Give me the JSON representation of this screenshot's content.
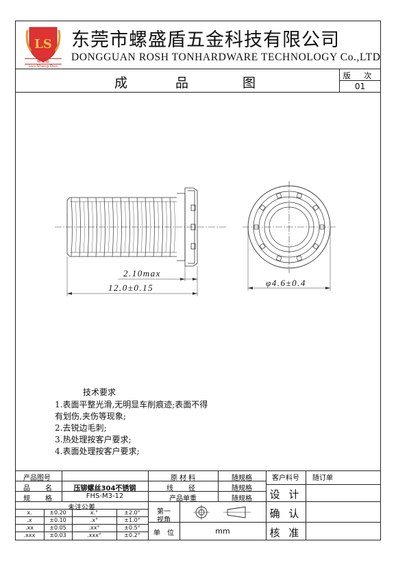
{
  "header": {
    "company_cn": "东莞市螺盛盾五金科技有限公司",
    "company_en": "DONGGUAN ROSH TONHARDWARE TECHNOLOGY Co.,LTD",
    "logo_text_cn": "螺盛盾",
    "logo_text_en": "Luo Sheng Dun",
    "logo_monogram": "LS",
    "drawing_title_chars": [
      "成",
      "品",
      "图"
    ],
    "version_label": "版 次",
    "version_value": "01"
  },
  "dimensions": {
    "head_height": "2.10max",
    "total_length": "12.0±0.15",
    "diameter": "φ4.6±0.4"
  },
  "tech_requirements": {
    "title": "技术要求",
    "items": [
      "1.表面平整光滑,无明显车削痕迹;表面不得",
      "有划伤,夹伤等现象;",
      "2.去锐边毛刺;",
      "3.热处理按客户要求;",
      "4.表面处理按客户要求;"
    ]
  },
  "title_block": {
    "product_drawing_no_label": "产品图号",
    "product_drawing_no_value": "",
    "product_name_label": "品　名",
    "product_name_value": "压铆螺丝304不锈钢",
    "spec_label": "规　格",
    "spec_value": "FHS-M3-12",
    "material_label": "原 材 料",
    "material_value": "随规格",
    "wire_dia_label": "线　径",
    "wire_dia_value": "随规格",
    "unit_weight_label": "产品单重",
    "unit_weight_value": "随规格",
    "customer_part_label": "客户料号",
    "customer_part_value": "随订单",
    "design_label": "设 计",
    "confirm_label": "确 认",
    "approve_label": "核 准",
    "tolerance_title": "未注公差",
    "tolerances_linear": [
      {
        "digits": "x.",
        "value": "±0.20"
      },
      {
        "digits": ".x",
        "value": "±0.10"
      },
      {
        "digits": ".xx",
        "value": "±0.05"
      },
      {
        "digits": ".xxx",
        "value": "±0.03"
      }
    ],
    "tolerances_angular": [
      {
        "digits": "x.°",
        "value": "±2.0°"
      },
      {
        "digits": ".x°",
        "value": "±1.0°"
      },
      {
        "digits": ".xx°",
        "value": "±0.5°"
      },
      {
        "digits": ".xxx°",
        "value": "±0.2°"
      }
    ],
    "view_angle_label_1": "第一",
    "view_angle_label_2": "视角",
    "unit_label": "单　位",
    "unit_value": "mm"
  }
}
